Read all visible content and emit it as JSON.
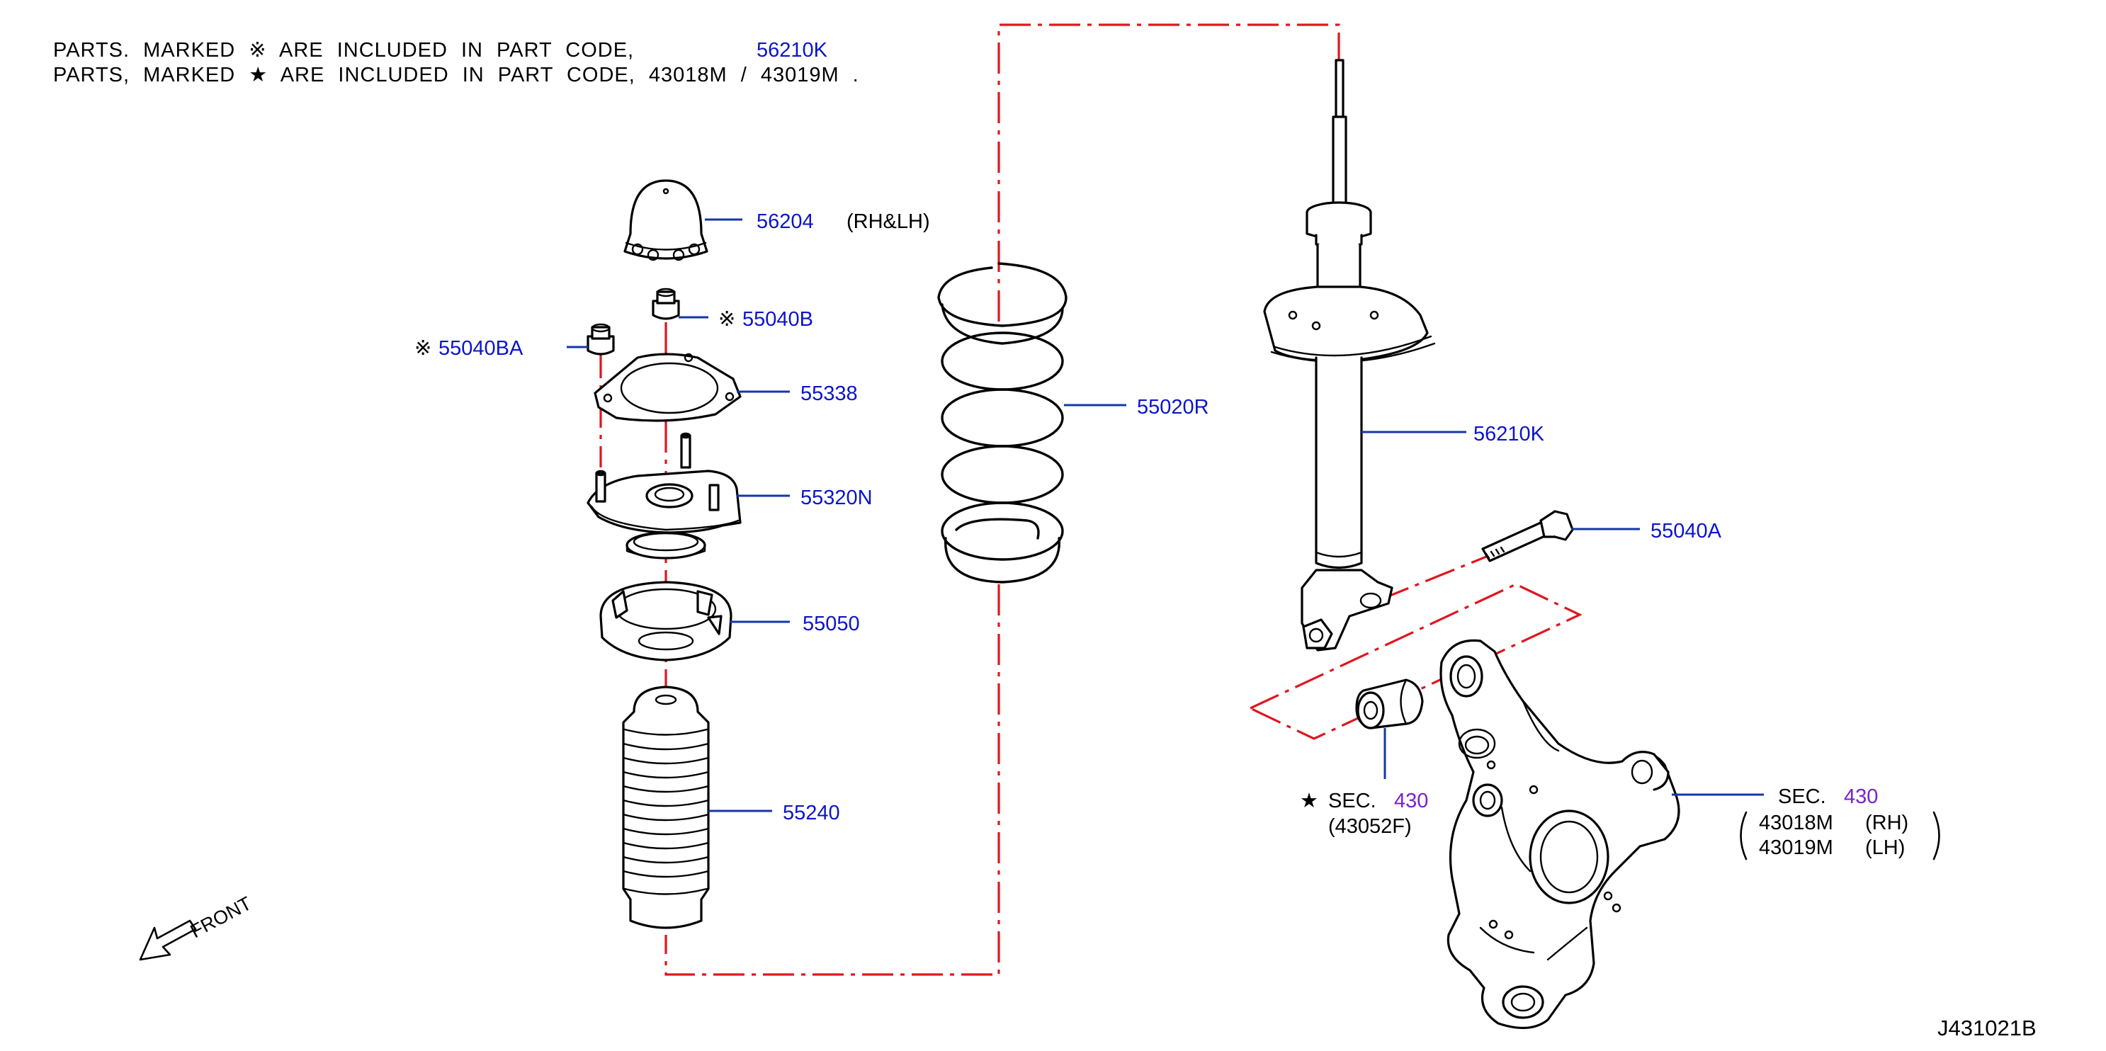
{
  "notes": {
    "line1": {
      "prefix": "PARTS. MARKED ※ ARE INCLUDED IN PART CODE,",
      "code": "56210K"
    },
    "line2": {
      "text": "PARTS, MARKED ★ ARE INCLUDED IN PART CODE, 43018M / 43019M ."
    }
  },
  "callouts": {
    "p56204": {
      "code": "56204",
      "suffix": "(RH&LH)"
    },
    "p55040B": {
      "mark": "※",
      "code": "55040B"
    },
    "p55040BA": {
      "mark": "※",
      "code": "55040BA"
    },
    "p55338": {
      "code": "55338"
    },
    "p55320N": {
      "code": "55320N"
    },
    "p55050": {
      "code": "55050"
    },
    "p55240": {
      "code": "55240"
    },
    "p55020R": {
      "code": "55020R"
    },
    "p56210K": {
      "code": "56210K"
    },
    "p55040A": {
      "code": "55040A"
    },
    "sec_bushing": {
      "mark": "★",
      "label": "SEC.",
      "code": "430",
      "sub": "(43052F)"
    },
    "sec_knuckle": {
      "label": "SEC.",
      "code": "430",
      "rh_code": "43018M",
      "rh": "(RH)",
      "lh_code": "43019M",
      "lh": "(LH)"
    }
  },
  "front_label": "FRONT",
  "figure_id": "J431021B",
  "colors": {
    "part_number": "#0b14cc",
    "section_ref": "#7a1fd1",
    "leader": "#1536a8",
    "assembly_line": "#e0161f"
  }
}
